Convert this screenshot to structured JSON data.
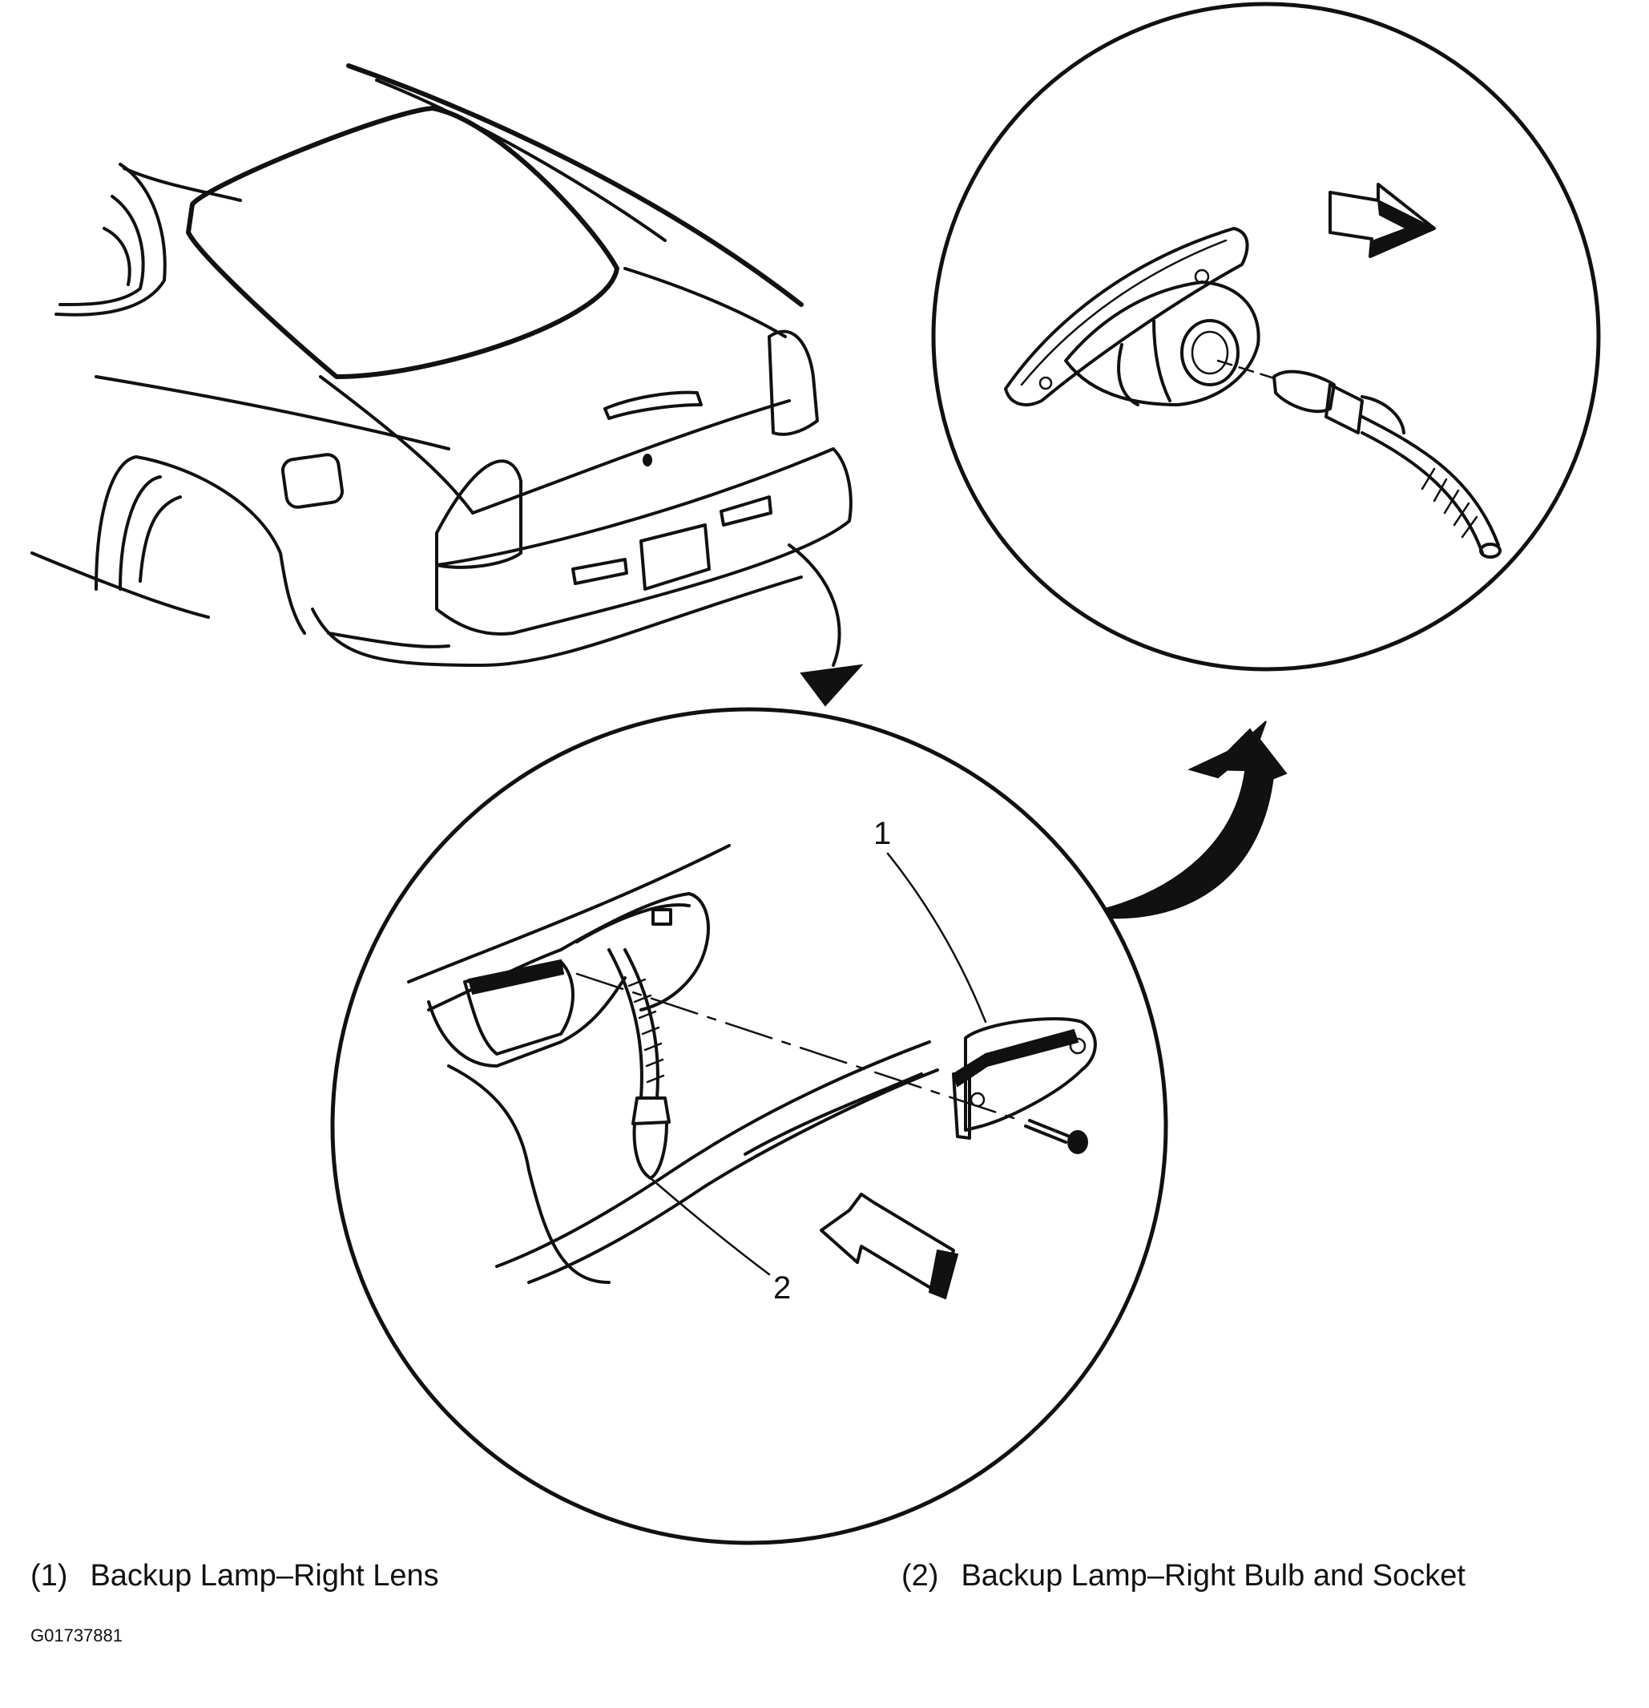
{
  "callouts": [
    {
      "number": "1"
    },
    {
      "number": "2"
    }
  ],
  "legend": [
    {
      "number": "(1)",
      "label": "Backup Lamp–Right Lens"
    },
    {
      "number": "(2)",
      "label": "Backup Lamp–Right Bulb and Socket"
    }
  ],
  "figure_id": "G01737881"
}
